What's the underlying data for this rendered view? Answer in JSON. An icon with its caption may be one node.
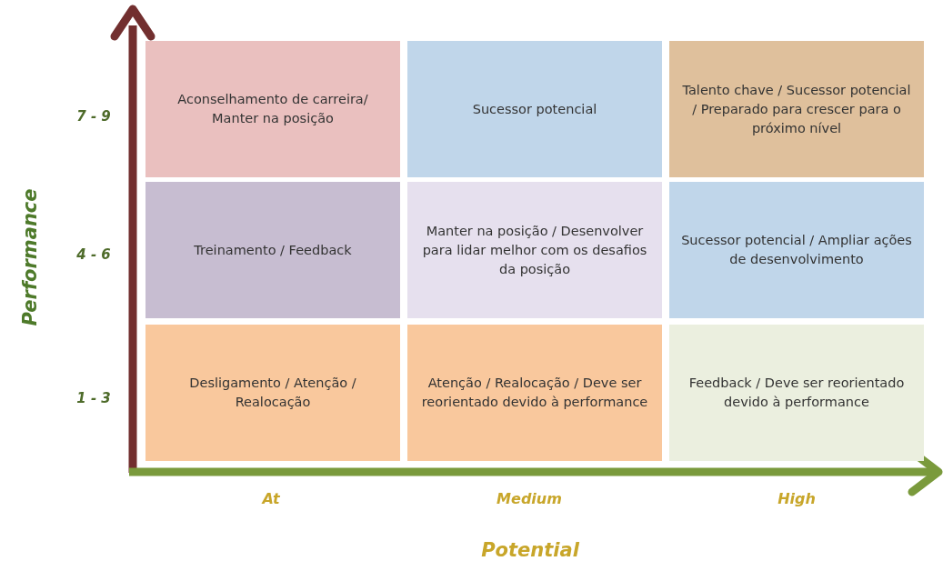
{
  "diagram": {
    "nodes": [
      {
        "text": [
          "Aconselhamento de carreira/ Manter na posição"
        ]
      },
      {
        "text": [
          "Sucessor potencial"
        ]
      },
      {
        "text": [
          "Talento chave / Sucessor potencial / Preparado para crescer para o próximo nível"
        ]
      },
      {
        "text": [
          "Treinamento / Feedback"
        ]
      },
      {
        "text": [
          "Manter na posição / Desenvolver para lidar melhor com os desafios da posição"
        ]
      },
      {
        "text": [
          "Sucessor potencial / Ampliar ações de desenvolvimento"
        ]
      },
      {
        "text": [
          "Desligamento / Atenção / Realocação"
        ]
      },
      {
        "text": [
          "Atenção / Realocação / Deve ser reorientado devido à performance"
        ]
      },
      {
        "text": [
          "Feedback / Deve ser reorientado devido à performance"
        ]
      }
    ],
    "labels": [
      "7 - 9",
      "Performance",
      "4 - 6",
      "1 - 3",
      "At",
      "Medium",
      "High",
      "Potential"
    ]
  }
}
